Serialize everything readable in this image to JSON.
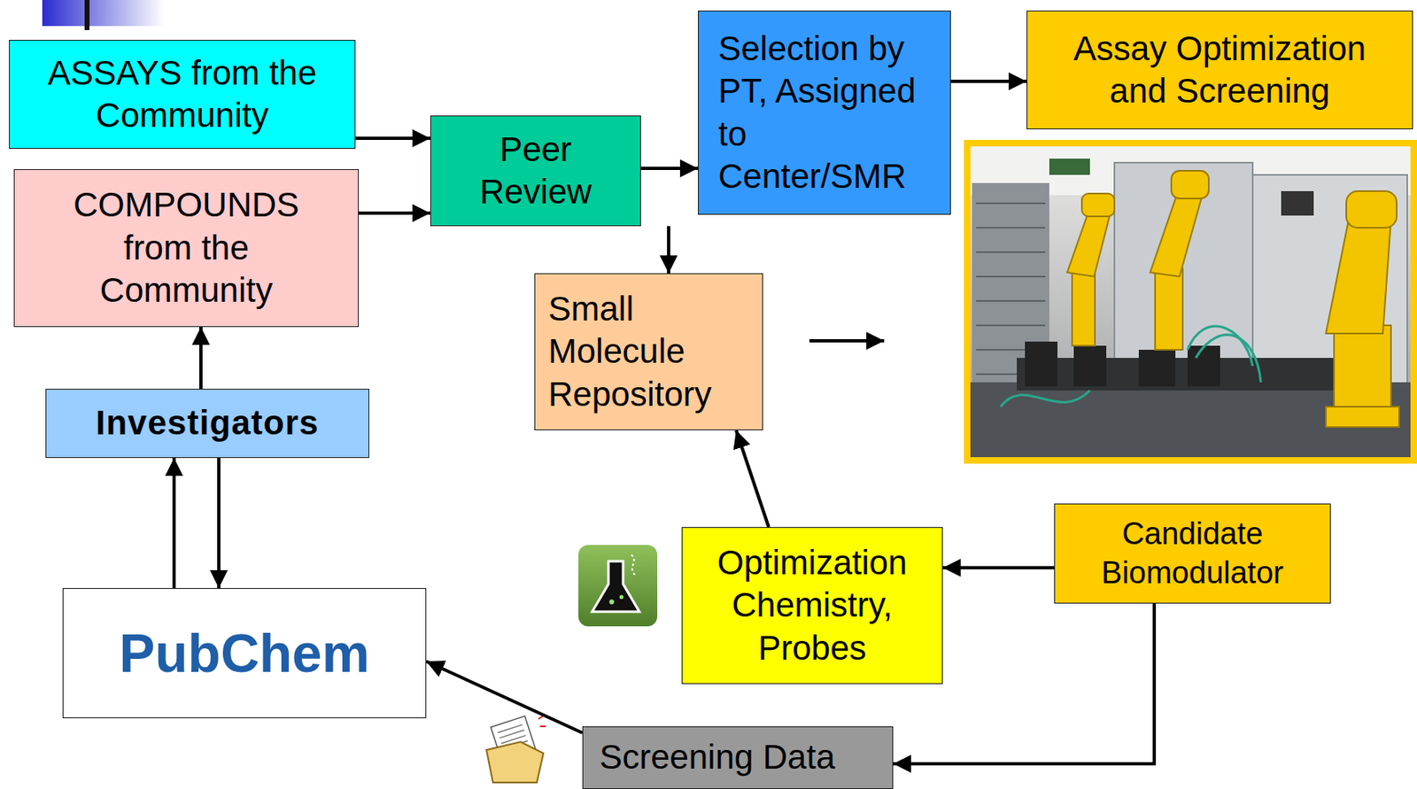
{
  "diagram": {
    "nodes": [
      {
        "text": [
          "ASSAYS from the Community"
        ]
      },
      {
        "text": [
          "COMPOUNDS from the Community"
        ]
      },
      {
        "text": [
          "Peer Review"
        ]
      },
      {
        "text": [
          "Selection by PT, Assigned to Center/SMR"
        ]
      },
      {
        "text": [
          "Assay Optimization and Screening"
        ]
      },
      {
        "text": [
          "Small Molecule Repository"
        ]
      },
      {
        "text": [
          "Investigators"
        ]
      },
      {
        "text": [
          "PubChem"
        ]
      },
      {
        "text": [
          "Optimization Chemistry, Probes"
        ]
      },
      {
        "text": [
          "Candidate Biomodulator"
        ]
      },
      {
        "text": [
          "Screening Data"
        ]
      }
    ],
    "edges": [
      {
        "from": 0,
        "to": 2,
        "arrow": "to"
      },
      {
        "from": 1,
        "to": 2,
        "arrow": "to"
      },
      {
        "from": 2,
        "to": 3,
        "arrow": "to"
      },
      {
        "from": 2,
        "to": 5,
        "arrow": "to"
      },
      {
        "from": 3,
        "to": 4,
        "arrow": "to"
      },
      {
        "from": 6,
        "to": 1,
        "arrow": "to"
      },
      {
        "from": 7,
        "to": 6,
        "arrow": "to"
      },
      {
        "from": 6,
        "to": 7,
        "arrow": "to"
      },
      {
        "from": 9,
        "to": 8,
        "arrow": "to"
      },
      {
        "from": 8,
        "to": 5,
        "arrow": "to"
      },
      {
        "from": 9,
        "to": 10,
        "arrow": "to"
      },
      {
        "from": 10,
        "to": 7,
        "arrow": "to"
      }
    ]
  }
}
